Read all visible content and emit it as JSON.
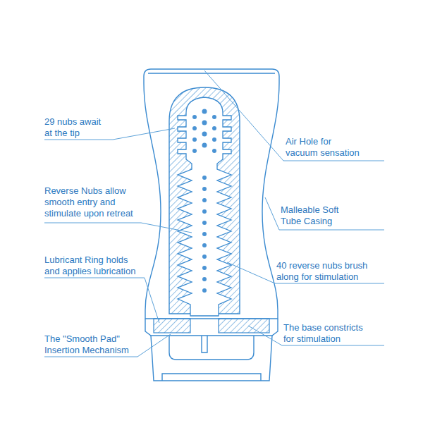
{
  "diagram": {
    "labels": [
      "29 nubs await at the tip",
      "Air Hole for vacuum sensation",
      "Reverse Nubs allow smooth entry and stimulate upon retreat",
      "Malleable Soft Tube Casing",
      "Lubricant Ring holds and applies lubrication",
      "40 reverse nubs brush along for stimulation",
      "The \"Smooth Pad\" Insertion Mechanism",
      "The base constricts for stimulation"
    ]
  }
}
